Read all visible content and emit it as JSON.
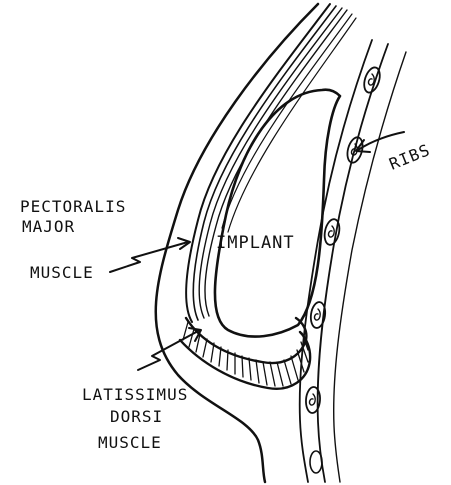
{
  "labels": {
    "implant": "IMPLANT",
    "ribs": "RIBS",
    "pectoralis_line1": "PECTORALIS",
    "pectoralis_line2": "MAJOR",
    "pectoralis_line3": "MUSCLE",
    "latissimus_line1": "LATISSIMUS",
    "latissimus_line2": "DORSI",
    "latissimus_line3": "MUSCLE"
  },
  "colors": {
    "ink": "#111111",
    "paper": "#ffffff"
  }
}
